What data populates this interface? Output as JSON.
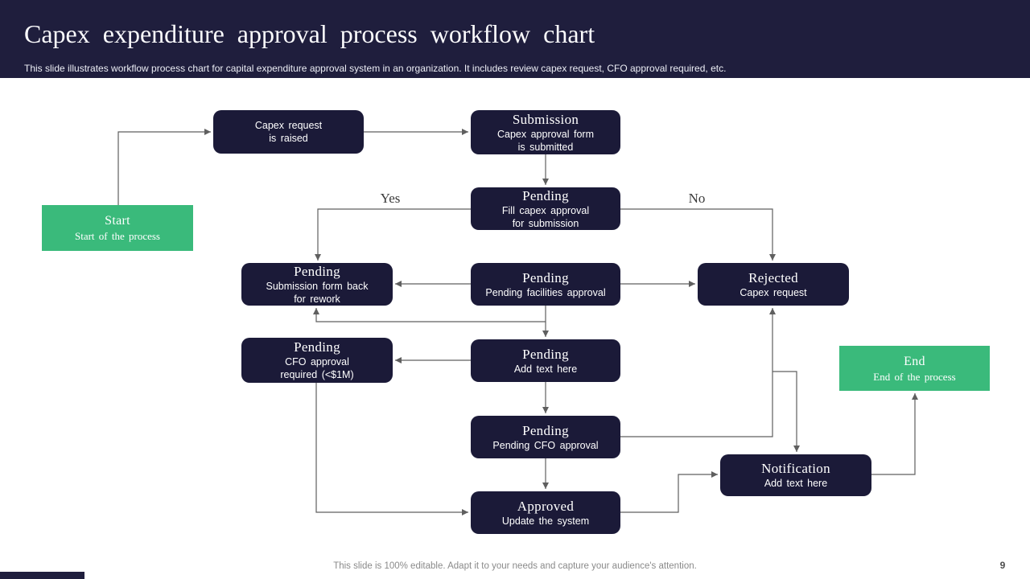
{
  "header": {
    "title": "Capex expenditure approval process workflow chart",
    "subtitle": "This slide illustrates workflow process chart for capital expenditure approval system in an organization. It includes review capex request, CFO approval required, etc."
  },
  "colors": {
    "header_navy": "#1f1e3d",
    "box_navy": "#1b1a38",
    "green": "#3aba7b",
    "arrow_gray": "#5f5f5f"
  },
  "branch_labels": {
    "yes": "Yes",
    "no": "No"
  },
  "nodes": {
    "capex_request": {
      "title": "",
      "sub": [
        "Capex request",
        "is raised"
      ]
    },
    "submission": {
      "title": "Submission",
      "sub": [
        "Capex approval form",
        "is submitted"
      ]
    },
    "pending_fill": {
      "title": "Pending",
      "sub": [
        "Fill capex approval",
        "for submission"
      ]
    },
    "start": {
      "title": "Start",
      "sub": [
        "Start of the process"
      ]
    },
    "pending_rework": {
      "title": "Pending",
      "sub": [
        "Submission form back",
        "for rework"
      ]
    },
    "pending_facilities": {
      "title": "Pending",
      "sub": [
        "Pending facilities approval"
      ]
    },
    "rejected": {
      "title": "Rejected",
      "sub": [
        "Capex request"
      ]
    },
    "pending_cfo_required": {
      "title": "Pending",
      "sub": [
        "CFO approval",
        "required (<$1M)"
      ]
    },
    "pending_add": {
      "title": "Pending",
      "sub": [
        "Add text here"
      ]
    },
    "end": {
      "title": "End",
      "sub": [
        "End of the process"
      ]
    },
    "pending_cfo": {
      "title": "Pending",
      "sub": [
        "Pending CFO approval"
      ]
    },
    "notification": {
      "title": "Notification",
      "sub": [
        "Add text here"
      ]
    },
    "approved": {
      "title": "Approved",
      "sub": [
        "Update the system"
      ]
    }
  },
  "footer": {
    "note": "This slide is 100% editable. Adapt it to your needs and capture your audience's attention.",
    "page_number": "9"
  }
}
